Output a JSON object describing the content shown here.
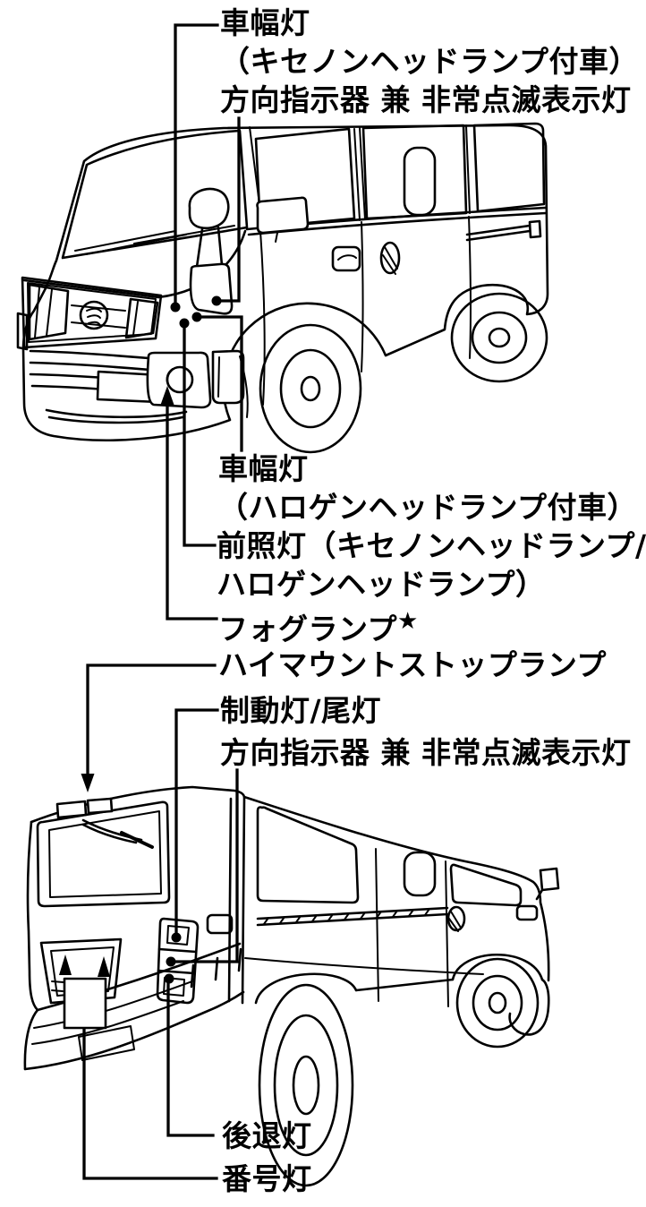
{
  "page": {
    "background": "#ffffff",
    "line_color": "#000000"
  },
  "front_view": {
    "labels": {
      "position_lamp_xenon_line1": "車幅灯",
      "position_lamp_xenon_line2": "（キセノンヘッドランプ付車）",
      "turn_signal": "方向指示器 兼 非常点滅表示灯",
      "position_lamp_halogen_line1": "車幅灯",
      "position_lamp_halogen_line2": "（ハロゲンヘッドランプ付車）",
      "headlamp_line1": "前照灯（キセノンヘッドランプ/",
      "headlamp_line2": "ハロゲンヘッドランプ）",
      "fog_lamp": "フォグランプ",
      "fog_lamp_star": "★"
    }
  },
  "rear_view": {
    "labels": {
      "high_mount_stop_lamp": "ハイマウントストップランプ",
      "brake_tail_lamp": "制動灯/尾灯",
      "turn_signal": "方向指示器 兼 非常点滅表示灯",
      "reverse_lamp": "後退灯",
      "license_plate_lamp": "番号灯"
    }
  }
}
